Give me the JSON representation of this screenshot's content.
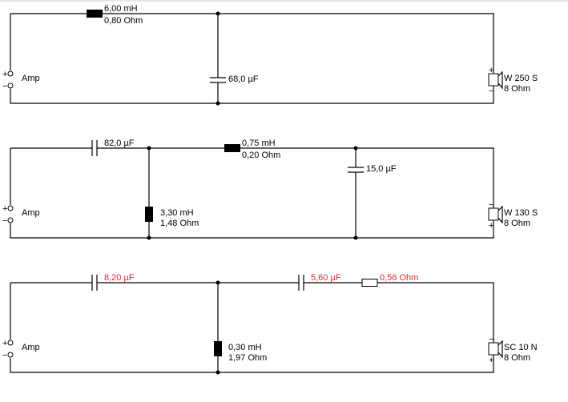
{
  "circuits": [
    {
      "amp_label": "Amp",
      "plus": "+",
      "minus": "−",
      "components": {
        "l1_value": "6,00 mH",
        "l1_res": "0,80 Ohm",
        "c1_value": "68,0 µF"
      },
      "speaker": {
        "name": "W 250 S",
        "impedance": "8 Ohm",
        "top_pol": "+",
        "bottom_pol": "−"
      }
    },
    {
      "amp_label": "Amp",
      "plus": "+",
      "minus": "−",
      "components": {
        "c1_value": "82,0 µF",
        "l1_value": "3,30 mH",
        "l1_res": "1,48 Ohm",
        "l2_value": "0,75 mH",
        "l2_res": "0,20 Ohm",
        "c2_value": "15,0 µF"
      },
      "speaker": {
        "name": "W 130 S",
        "impedance": "8 Ohm",
        "top_pol": "−",
        "bottom_pol": "+"
      }
    },
    {
      "amp_label": "Amp",
      "plus": "+",
      "minus": "−",
      "components": {
        "c1_value": "8,20 µF",
        "l1_value": "0,30 mH",
        "l1_res": "1,97 Ohm",
        "c2_value": "5,60 µF",
        "r1_value": "0,56 Ohm"
      },
      "speaker": {
        "name": "SC 10 N",
        "impedance": "8 Ohm",
        "top_pol": "−",
        "bottom_pol": "+"
      }
    }
  ],
  "colors": {
    "modified_value": "#e8262b",
    "wire": "#000000"
  }
}
